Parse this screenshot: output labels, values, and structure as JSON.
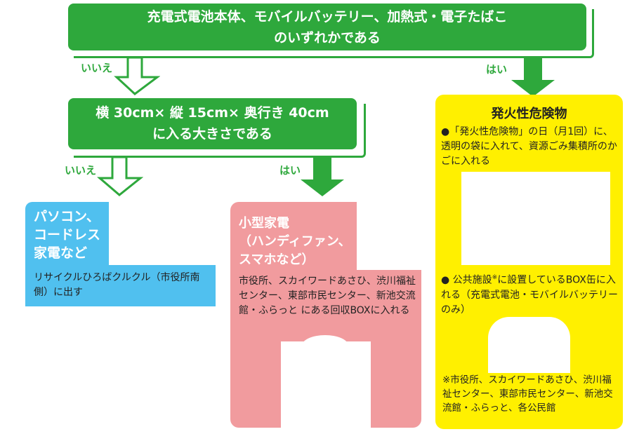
{
  "q1": {
    "line1": "充電式電池本体、モバイルバッテリー、加熱式・電子たばこ",
    "line2": "のいずれかである"
  },
  "q2": {
    "line1": "横 30cm× 縦 15cm× 奥行き 40cm",
    "line2": "に入る大きさである"
  },
  "labels": {
    "no": "いいえ",
    "yes": "はい"
  },
  "pc": {
    "title1": "パソコン、",
    "title2": "コードレス",
    "title3": "家電など",
    "body": "リサイクルひろばクルクル（市役所南側）に出す"
  },
  "small": {
    "title1": "小型家電",
    "title2": "（ハンディファン、",
    "title3": "スマホなど）",
    "body": "市役所、スカイワードあさひ、渋川福祉センター、東部市民センター、新池交流館・ふらっと にある回収BOXに入れる"
  },
  "fire": {
    "title": "発火性危険物",
    "item1": "●「発火性危険物」の日（月1回）に、透明の袋に入れて、資源ごみ集積所のかごに入れる",
    "item2a": "● 公共施設",
    "item2mark": "※",
    "item2b": "に設置しているBOX缶に入れる（充電式電池・モバイルバッテリーのみ）",
    "note": "※市役所、スカイワードあさひ、渋川福祉センター、東部市民センター、新池交流館・ふらっと、各公民館"
  },
  "colors": {
    "green": "#2ea83c",
    "blue": "#50c0ef",
    "pink": "#f19b9e",
    "yellow": "#fff000"
  }
}
